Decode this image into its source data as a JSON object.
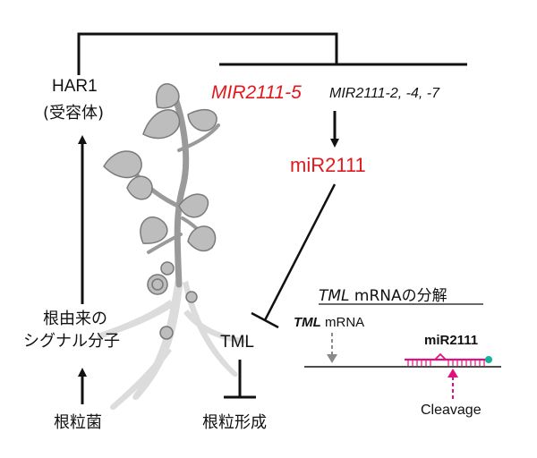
{
  "colors": {
    "line": "#111111",
    "red": "#e0191f",
    "plant_fill": "#bdbdbd",
    "plant_stroke": "#777777",
    "root_fill": "#dcdcdc",
    "magenta": "#e0117f",
    "teal": "#13b3a0",
    "gray_arrow": "#8a8a8a"
  },
  "labels": {
    "har1_line1": "HAR1",
    "har1_line2": "(受容体)",
    "mir_highlight": "MIR2111-5",
    "mir_others": "MIR2111-2, -4, -7",
    "mir_mature": "miR2111",
    "signal_line1": "根由来の",
    "signal_line2": "シグナル分子",
    "rhizobia": "根粒菌",
    "tml": "TML",
    "nodulation": "根粒形成"
  },
  "inset": {
    "title_italic": "TML",
    "title_rest": " mRNAの分解",
    "tml_italic": "TML",
    "tml_rest": " mRNA",
    "mirna": "miR2111",
    "cleavage": "Cleavage"
  }
}
